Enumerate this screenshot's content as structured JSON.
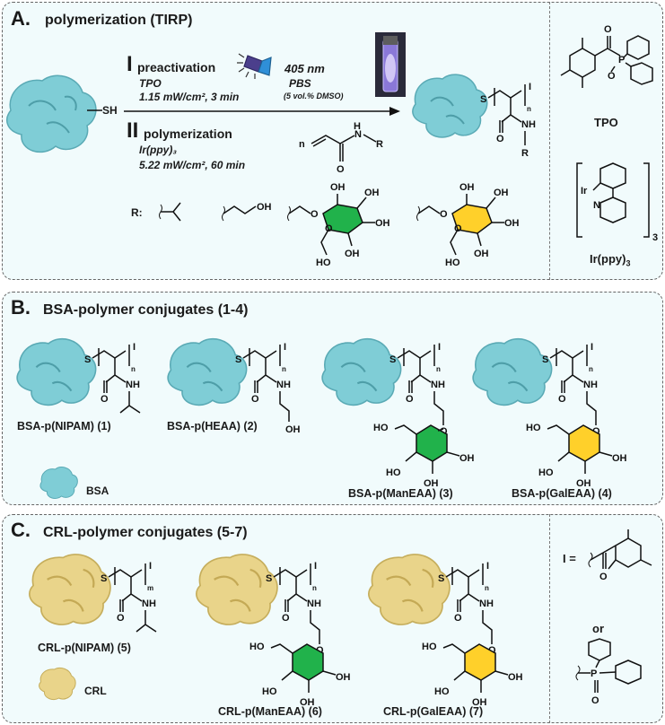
{
  "panel_a": {
    "label": "A.",
    "title": "polymerization (TIRP)",
    "step1_roman": "I",
    "step1_name": "preactivation",
    "step1_reagent": "TPO",
    "step1_conditions": "1.15 mW/cm², 3 min",
    "wavelength": "405 nm",
    "buffer": "PBS",
    "buffer_note": "(5 vol.% DMSO)",
    "step2_roman": "II",
    "step2_name": "polymerization",
    "step2_reagent": "Ir(ppy)₃",
    "step2_conditions": "5.22 mW/cm², 60 min",
    "thiol": "SH",
    "r_label": "R:",
    "tpo_label": "TPO",
    "irppy_label": "Ir(ppy)",
    "irppy_sub": "3"
  },
  "panel_b": {
    "label": "B.",
    "title": "BSA-polymer conjugates (1-4)",
    "conjugates": [
      "BSA-p(NIPAM) (1)",
      "BSA-p(HEAA) (2)",
      "BSA-p(ManEAA) (3)",
      "BSA-p(GalEAA) (4)"
    ],
    "legend": "BSA"
  },
  "panel_c": {
    "label": "C.",
    "title": "CRL-polymer conjugates (5-7)",
    "conjugates": [
      "CRL-p(NIPAM) (5)",
      "CRL-p(ManEAA) (6)",
      "CRL-p(GalEAA) (7)"
    ],
    "legend": "CRL",
    "i_equals": "I =",
    "or": "or"
  },
  "colors": {
    "bsa": "#7fcdd6",
    "crl": "#e9d48a",
    "mannose_ring": "#21b24b",
    "galactose_ring": "#ffd02a",
    "panel_bg": "#f1fbfc"
  }
}
